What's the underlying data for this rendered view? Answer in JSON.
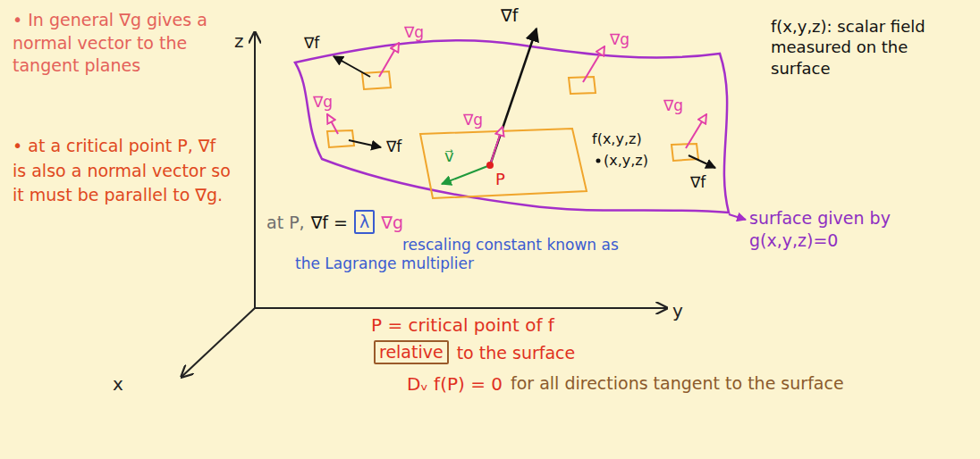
{
  "diagram": {
    "nodes": [
      {
        "text": [
          "λ"
        ]
      },
      {
        "text": [
          "relative"
        ]
      }
    ],
    "labels": [
      "• In general ∇g gives a normal vector to the tangent planes",
      "• at a critical point P, ∇f is also a normal vector so it must be parallel to ∇g.",
      "z",
      "y",
      "x",
      "∇f",
      "∇g",
      "∇f",
      "∇g",
      "∇g",
      "∇f",
      "∇g",
      "v⃗",
      "P",
      "∇g",
      "∇f",
      "f(x,y,z): scalar field measured on the surface",
      "f(x,y,z)",
      "(x,y,z)",
      "surface given by g(x,y,z)=0",
      "at P,",
      "∇f =",
      "∇g",
      "rescaling constant known as the Lagrange multiplier",
      "P = critical point of f",
      "to the surface",
      "Dᵥ f(P) = 0",
      "for all directions tangent to the surface"
    ]
  }
}
